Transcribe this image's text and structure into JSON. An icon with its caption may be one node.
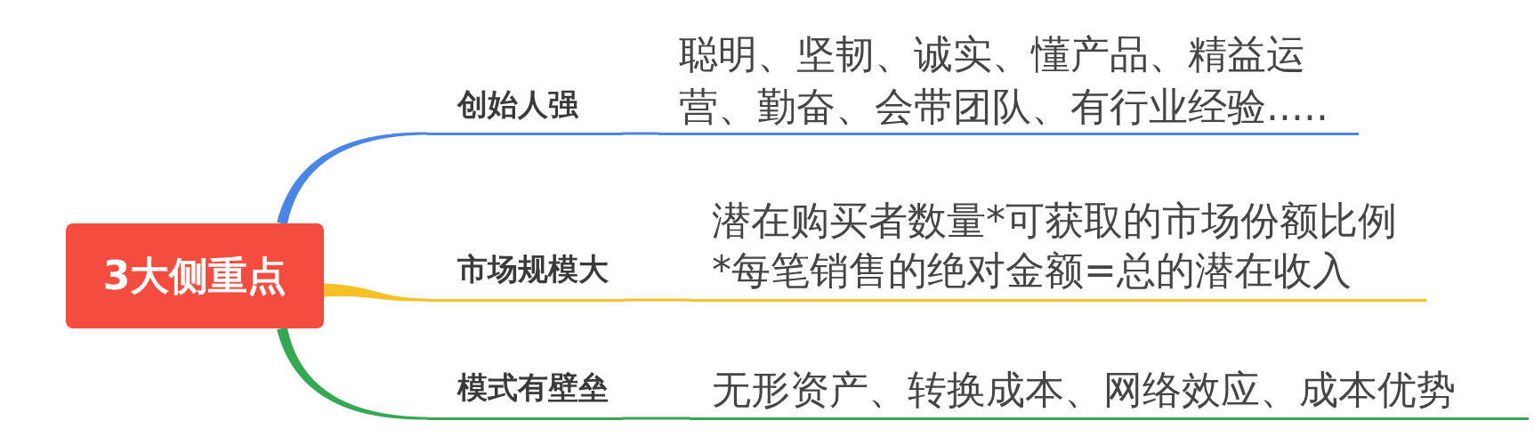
{
  "diagram": {
    "nodes": [
      {
        "text": [
          "3大侧重点"
        ]
      },
      {
        "text": [
          "创始人强"
        ]
      },
      {
        "text": [
          "聪明、坚韧、诚实、懂产品、精益运营、勤奋、会带团队、有行业经验....."
        ]
      },
      {
        "text": [
          "市场规模大"
        ]
      },
      {
        "text": [
          "潜在购买者数量*可获取的市场份额比例*每笔销售的绝对金额=总的潜在收入"
        ]
      },
      {
        "text": [
          "模式有壁垒"
        ]
      },
      {
        "text": [
          "无形资产、转换成本、网络效应、成本优势"
        ]
      }
    ],
    "edges": [
      {
        "from": 0,
        "to": 1,
        "arrow": "none",
        "color": "#4a86e8"
      },
      {
        "from": 1,
        "to": 2,
        "arrow": "none",
        "color": "#4a86e8"
      },
      {
        "from": 0,
        "to": 3,
        "arrow": "none",
        "color": "#f6c026"
      },
      {
        "from": 3,
        "to": 4,
        "arrow": "none",
        "color": "#f6c026"
      },
      {
        "from": 0,
        "to": 5,
        "arrow": "none",
        "color": "#34a853"
      },
      {
        "from": 5,
        "to": 6,
        "arrow": "none",
        "color": "#34a853"
      }
    ]
  }
}
